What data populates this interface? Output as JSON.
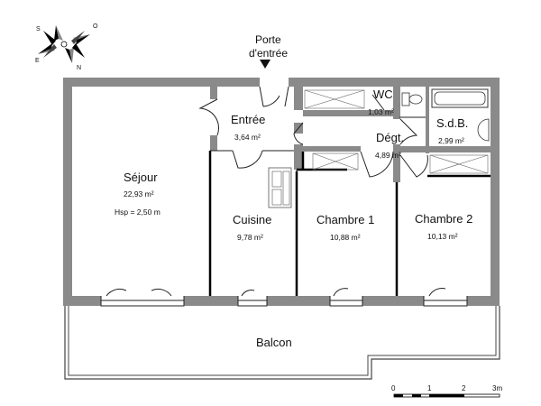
{
  "compass": {
    "n": "N",
    "s": "S",
    "e": "E",
    "o": "O"
  },
  "entry_label": [
    "Porte",
    "d'entrée"
  ],
  "rooms": {
    "sejour": {
      "name": "Séjour",
      "area": "22,93 m²",
      "extra": "Hsp = 2,50 m"
    },
    "entree": {
      "name": "Entrée",
      "area": "3,64 m²"
    },
    "wc": {
      "name": "WC",
      "area": "1,03 m²"
    },
    "sdb": {
      "name": "S.d.B.",
      "area": "2,99 m²"
    },
    "degt": {
      "name": "Dégt.",
      "area": "4,89 m²"
    },
    "cuisine": {
      "name": "Cuisine",
      "area": "9,78 m²"
    },
    "chambre1": {
      "name": "Chambre 1",
      "area": "10,88 m²"
    },
    "chambre2": {
      "name": "Chambre 2",
      "area": "10,13 m²"
    },
    "balcon": {
      "name": "Balcon"
    }
  },
  "scale_bar": {
    "ticks": [
      "0",
      "1",
      "2",
      "3m"
    ]
  }
}
